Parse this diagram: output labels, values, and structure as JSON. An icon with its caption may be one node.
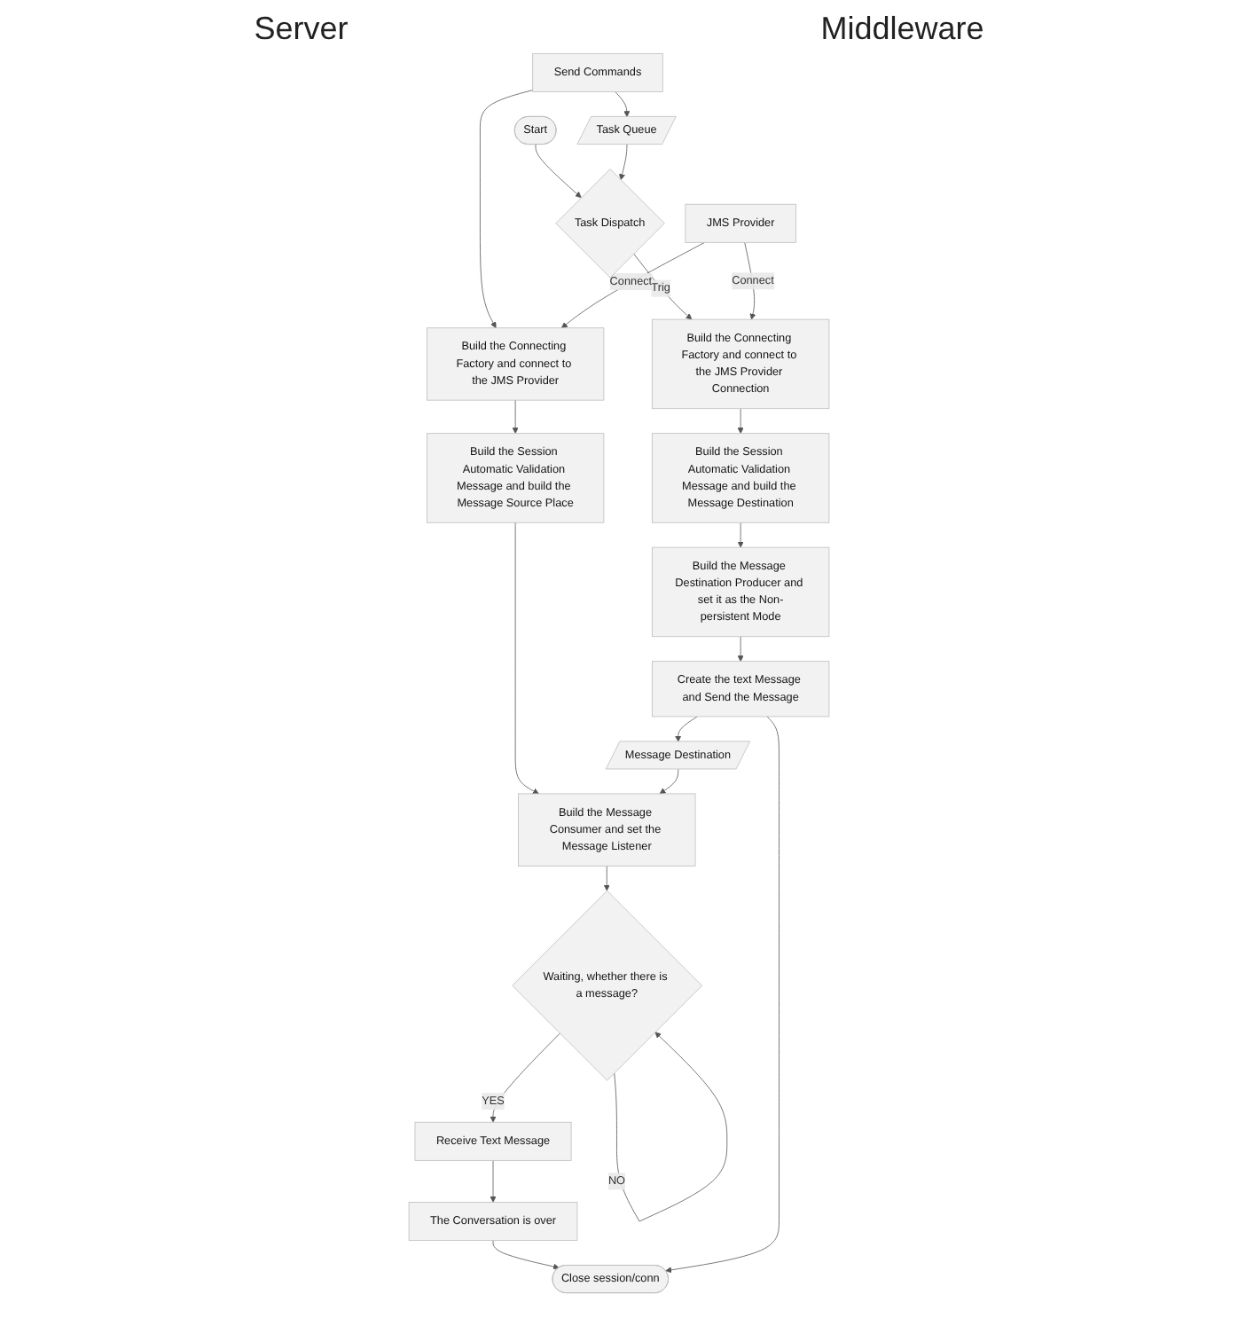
{
  "diagram": {
    "nodes": [
      {
        "text": [
          "Start"
        ]
      },
      {
        "text": [
          "Send Commands"
        ]
      },
      {
        "text": [
          "Task Queue"
        ]
      },
      {
        "text": [
          "Task Dispatch"
        ]
      },
      {
        "text": [
          "Build the Connecting Factory and connect to the JMS Provider"
        ]
      },
      {
        "text": [
          "JMS Provider"
        ]
      },
      {
        "text": [
          "Build the Connecting Factory and connect to the JMS Provider Connection"
        ]
      },
      {
        "text": [
          "Build the Session Automatic Validation Message and build the Message Source Place"
        ]
      },
      {
        "text": [
          "Build the Session Automatic Validation Message and build the Message Destination"
        ]
      },
      {
        "text": [
          "Build the Message Destination Producer and set it as the Non-persistent Mode"
        ]
      },
      {
        "text": [
          "Build the Message Consumer and set the Message Listener"
        ]
      },
      {
        "text": [
          "Message Destination"
        ]
      },
      {
        "text": [
          "Create the text Message and Send the Message"
        ]
      },
      {
        "text": [
          "Waiting, whether there is a message?"
        ]
      },
      {
        "text": [
          "Receive Text Message"
        ]
      },
      {
        "text": [
          "The Conversation is over"
        ]
      },
      {
        "text": [
          "Close session/conn"
        ]
      }
    ],
    "edges": [
      {
        "from": 0,
        "to": 3,
        "arrow": "to"
      },
      {
        "from": 1,
        "to": 2,
        "arrow": "to"
      },
      {
        "from": 2,
        "to": 3,
        "arrow": "to"
      },
      {
        "from": 3,
        "to": 6,
        "label": "Trig",
        "arrow": "to"
      },
      {
        "from": 1,
        "to": 4,
        "arrow": "to"
      },
      {
        "from": 5,
        "to": 4,
        "label": "Connect",
        "arrow": "to"
      },
      {
        "from": 5,
        "to": 6,
        "label": "Connect",
        "arrow": "to"
      },
      {
        "from": 4,
        "to": 7,
        "arrow": "to"
      },
      {
        "from": 6,
        "to": 8,
        "arrow": "to"
      },
      {
        "from": 8,
        "to": 9,
        "arrow": "to"
      },
      {
        "from": 9,
        "to": 12,
        "arrow": "to"
      },
      {
        "from": 7,
        "to": 10,
        "arrow": "to"
      },
      {
        "from": 12,
        "to": 11,
        "arrow": "to"
      },
      {
        "from": 11,
        "to": 10,
        "arrow": "to"
      },
      {
        "from": 10,
        "to": 13,
        "arrow": "to"
      },
      {
        "from": 13,
        "to": 13,
        "label": "NO",
        "arrow": "to"
      },
      {
        "from": 13,
        "to": 14,
        "label": "YES",
        "arrow": "to"
      },
      {
        "from": 14,
        "to": 15,
        "arrow": "to"
      },
      {
        "from": 15,
        "to": 16,
        "arrow": "to"
      },
      {
        "from": 12,
        "to": 16,
        "arrow": "to"
      }
    ],
    "labels": [
      "Middleware",
      "Server"
    ]
  }
}
